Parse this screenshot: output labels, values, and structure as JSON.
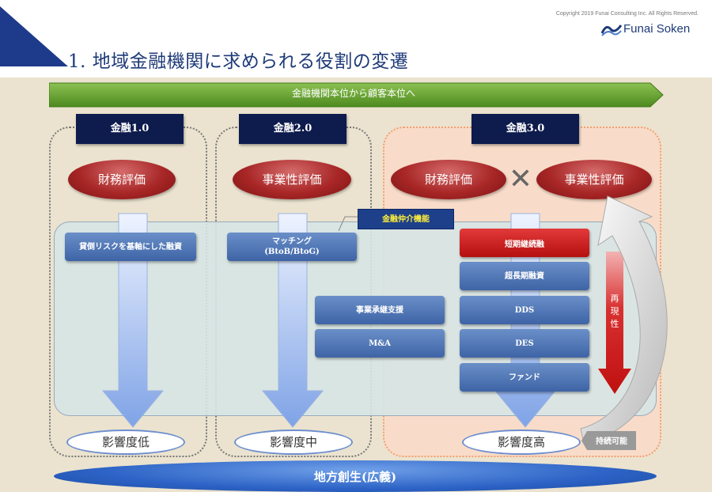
{
  "copyright": "Copyright 2019  Funai Consulting Inc. All  Rights  Reserved.",
  "brand": "Funai Soken",
  "title": "1. 地域金融機関に求められる役割の変遷",
  "banner": "金融機関本位から顧客本位へ",
  "stages": [
    {
      "label": "金融1.0",
      "eval": "財務評価",
      "impact": "影響度低"
    },
    {
      "label": "金融2.0",
      "eval": "事業性評価",
      "impact": "影響度中"
    },
    {
      "label": "金融3.0",
      "eval_left": "財務評価",
      "eval_right": "事業性評価",
      "cross": "✕",
      "impact": "影響度高"
    }
  ],
  "intermediary_label": "金融仲介機能",
  "boxes": {
    "collateral": "貸倒リスクを基軸にした融資",
    "matching_line1": "マッチング",
    "matching_line2": "(BtoB/BtoG)",
    "succession": "事業承継支援",
    "ma": "M&A",
    "short_term": "短期継続融",
    "long_term": "超長期融資",
    "dds": "DDS",
    "des": "DES",
    "fund": "ファンド"
  },
  "reproducibility": "再現性",
  "sustainable": "持続可能",
  "footer": "地方創生(広義)",
  "colors": {
    "navy": "#0e1b4d",
    "red": "#a82626",
    "green": "#5f9b2a",
    "blue": "#3e64a6",
    "title_blue": "#1e3a78"
  }
}
